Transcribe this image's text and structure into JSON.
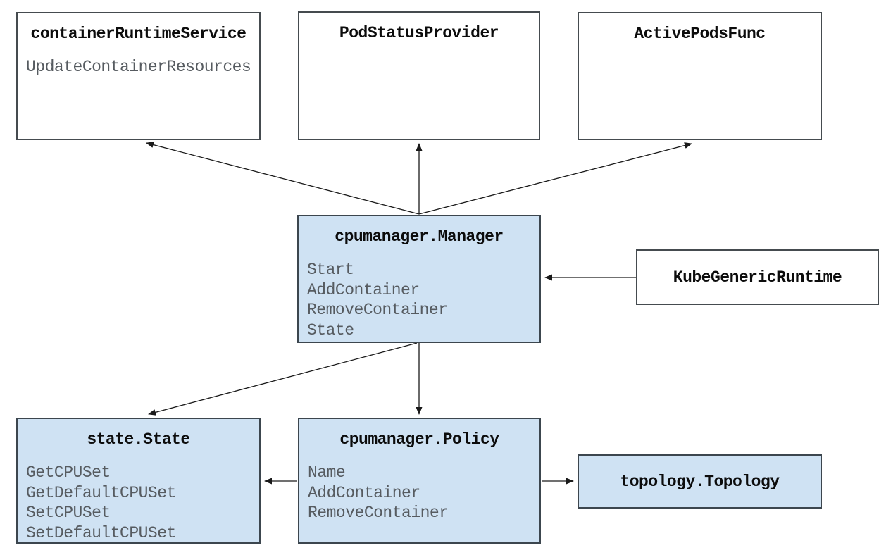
{
  "diagram_type": "architecture-diagram",
  "colors": {
    "node_fill_blue": "#cfe2f3",
    "node_fill_white": "#ffffff",
    "node_border": "#454b4f",
    "title_text": "#0c0c0c",
    "method_text": "#565b60",
    "arrow": "#1a1a1a",
    "background": "#ffffff"
  },
  "nodes": {
    "container_runtime_service": {
      "title": "containerRuntimeService",
      "methods": [
        "UpdateContainerResources"
      ],
      "fill": "white"
    },
    "pod_status_provider": {
      "title": "PodStatusProvider",
      "methods": [],
      "fill": "white"
    },
    "active_pods_func": {
      "title": "ActivePodsFunc",
      "methods": [],
      "fill": "white"
    },
    "cpumanager_manager": {
      "title": "cpumanager.Manager",
      "methods": [
        "Start",
        "AddContainer",
        "RemoveContainer",
        "State"
      ],
      "fill": "blue"
    },
    "kube_generic_runtime": {
      "title": "KubeGenericRuntime",
      "methods": [],
      "fill": "white"
    },
    "state_state": {
      "title": "state.State",
      "methods": [
        "GetCPUSet",
        "GetDefaultCPUSet",
        "SetCPUSet",
        "SetDefaultCPUSet"
      ],
      "fill": "blue"
    },
    "cpumanager_policy": {
      "title": "cpumanager.Policy",
      "methods": [
        "Name",
        "AddContainer",
        "RemoveContainer"
      ],
      "fill": "blue"
    },
    "topology_topology": {
      "title": "topology.Topology",
      "methods": [],
      "fill": "blue"
    }
  },
  "edges": [
    {
      "from": "cpumanager.Manager",
      "to": "containerRuntimeService"
    },
    {
      "from": "cpumanager.Manager",
      "to": "PodStatusProvider"
    },
    {
      "from": "cpumanager.Manager",
      "to": "ActivePodsFunc"
    },
    {
      "from": "KubeGenericRuntime",
      "to": "cpumanager.Manager"
    },
    {
      "from": "cpumanager.Manager",
      "to": "state.State"
    },
    {
      "from": "cpumanager.Manager",
      "to": "cpumanager.Policy"
    },
    {
      "from": "cpumanager.Policy",
      "to": "state.State"
    },
    {
      "from": "cpumanager.Policy",
      "to": "topology.Topology"
    }
  ]
}
